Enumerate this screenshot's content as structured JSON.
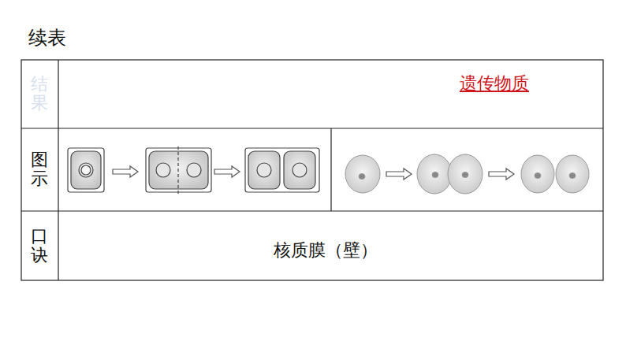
{
  "diagram": {
    "title": "续表",
    "labels": [
      "结果",
      "遗传物质",
      "图示",
      "口诀",
      "核质膜（壁）"
    ]
  }
}
